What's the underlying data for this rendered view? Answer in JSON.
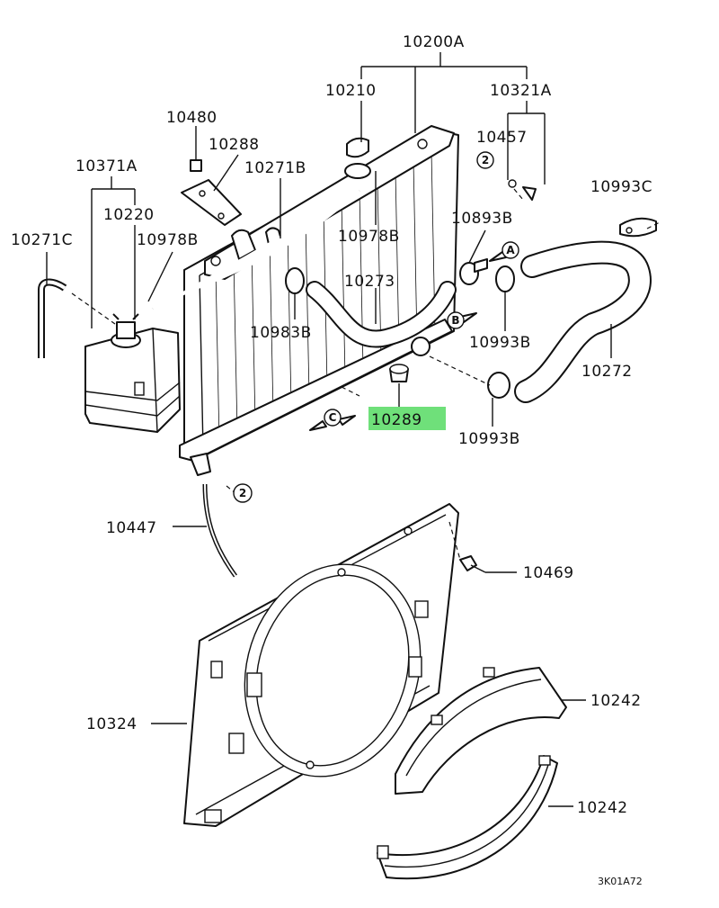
{
  "labels": {
    "radiator_assy": "10200A",
    "radiator_cap": "10210",
    "hose_set": "10321A",
    "bolt_top": "10480",
    "bracket_cap": "10288",
    "hose_upper_clamp": "10271B",
    "reserve_tank_assy": "10371A",
    "reserve_cap": "10220",
    "tank_hose": "10271C",
    "hose_small_left": "10978B",
    "hose_small_mid": "10978B",
    "plug_10457": "10457",
    "clamp_10993c": "10993C",
    "clamp_10893b": "10893B",
    "upper_hose": "10273",
    "clamp_10983b": "10983B",
    "clamp_right_mid": "10993B",
    "lower_hose": "10272",
    "drain_10289": "10289",
    "clamp_right_low": "10993B",
    "overflow_hose": "10447",
    "bolt_shroud": "10469",
    "fan_shroud": "10324",
    "shroud_upper": "10242",
    "shroud_lower": "10242",
    "code": "3K01A72"
  },
  "callouts": {
    "a": "A",
    "b": "B",
    "c": "C",
    "two_top": "2",
    "two_bottom": "2"
  },
  "colors": {
    "highlight": "#6fe07a",
    "ink": "#111111"
  }
}
